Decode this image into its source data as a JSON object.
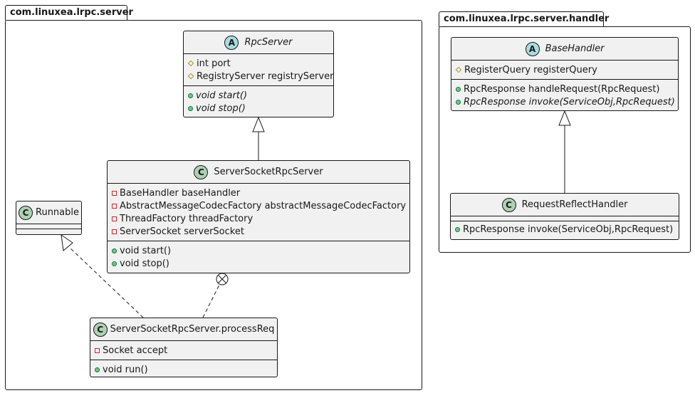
{
  "packages": {
    "server": {
      "label": "com.linuxea.lrpc.server"
    },
    "handler": {
      "label": "com.linuxea.lrpc.server.handler"
    }
  },
  "classes": {
    "rpc_server": {
      "stereotype": "A",
      "name": "RpcServer",
      "fields": [
        "int port",
        "RegistryServer registryServer"
      ],
      "methods": [
        "void start()",
        "void stop()"
      ]
    },
    "server_socket_rpc_server": {
      "stereotype": "C",
      "name": "ServerSocketRpcServer",
      "fields": [
        "BaseHandler baseHandler",
        "AbstractMessageCodecFactory abstractMessageCodecFactory",
        "ThreadFactory threadFactory",
        "ServerSocket serverSocket"
      ],
      "methods": [
        "void start()",
        "void stop()"
      ]
    },
    "runnable": {
      "stereotype": "C",
      "name": "Runnable"
    },
    "process_req": {
      "stereotype": "C",
      "name": "ServerSocketRpcServer.processReq",
      "fields": [
        "Socket accept"
      ],
      "methods": [
        "void run()"
      ]
    },
    "base_handler": {
      "stereotype": "A",
      "name": "BaseHandler",
      "fields": [
        "RegisterQuery registerQuery"
      ],
      "methods": [
        "RpcResponse handleRequest(RpcRequest)",
        "RpcResponse invoke(ServiceObj,RpcRequest)"
      ]
    },
    "request_reflect_handler": {
      "stereotype": "C",
      "name": "RequestReflectHandler",
      "methods": [
        "RpcResponse invoke(ServiceObj,RpcRequest)"
      ]
    }
  },
  "colors": {
    "class_fill": "#f1f1f1",
    "class_spot": "#add1b2",
    "abstract_spot": "#a9dcdf",
    "line": "#181818"
  }
}
